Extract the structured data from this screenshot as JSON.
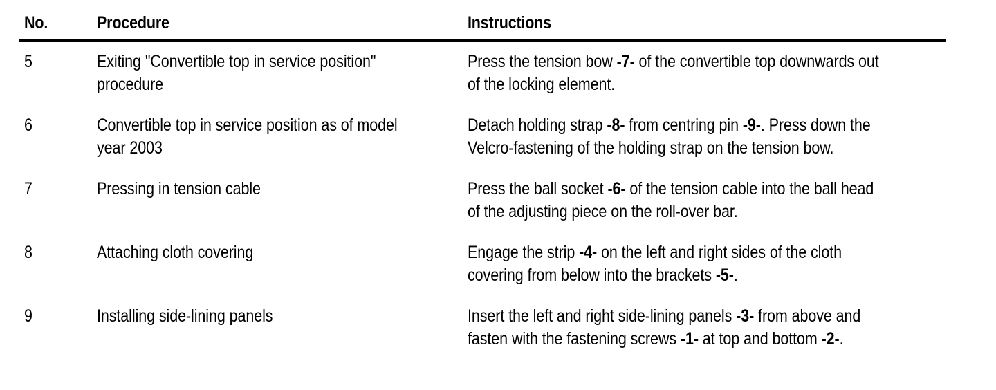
{
  "table": {
    "columns": [
      {
        "key": "no",
        "label": "No."
      },
      {
        "key": "proc",
        "label": "Procedure"
      },
      {
        "key": "instr",
        "label": "Instructions"
      }
    ],
    "rows": [
      {
        "no": "5",
        "procedure": "Exiting \"Convertible top in service position\" procedure",
        "instructions_parts": [
          {
            "text": "Press the tension bow ",
            "bold": false
          },
          {
            "text": "-7-",
            "bold": true
          },
          {
            "text": " of the convertible top downwards out of the locking element.",
            "bold": false
          }
        ],
        "instructions_plain": "Press the tension bow -7- of the convertible top downwards out of the locking element."
      },
      {
        "no": "6",
        "procedure": "Convertible top in service position as of model year 2003",
        "instructions_parts": [
          {
            "text": "Detach holding strap ",
            "bold": false
          },
          {
            "text": "-8-",
            "bold": true
          },
          {
            "text": " from centring pin ",
            "bold": false
          },
          {
            "text": "-9-",
            "bold": true
          },
          {
            "text": ". Press down the Velcro-fastening of the holding strap on the tension bow.",
            "bold": false
          }
        ],
        "instructions_plain": "Detach holding strap -8- from centring pin -9-. Press down the Velcro-fastening of the holding strap on the tension bow."
      },
      {
        "no": "7",
        "procedure": "Pressing in tension cable",
        "instructions_parts": [
          {
            "text": "Press the ball socket ",
            "bold": false
          },
          {
            "text": "-6-",
            "bold": true
          },
          {
            "text": " of the tension cable into the ball head of the adjusting piece on the roll-over bar.",
            "bold": false
          }
        ],
        "instructions_plain": "Press the ball socket -6- of the tension cable into the ball head of the adjusting piece on the roll-over bar."
      },
      {
        "no": "8",
        "procedure": "Attaching cloth covering",
        "instructions_parts": [
          {
            "text": "Engage the strip ",
            "bold": false
          },
          {
            "text": "-4-",
            "bold": true
          },
          {
            "text": " on the left and right sides of the cloth covering from below into the brackets ",
            "bold": false
          },
          {
            "text": "-5-",
            "bold": true
          },
          {
            "text": ".",
            "bold": false
          }
        ],
        "instructions_plain": "Engage the strip -4- on the left and right sides of the cloth covering from below into the brackets -5-."
      },
      {
        "no": "9",
        "procedure": "Installing side-lining panels",
        "instructions_parts": [
          {
            "text": "Insert the left and right side-lining panels ",
            "bold": false
          },
          {
            "text": "-3-",
            "bold": true
          },
          {
            "text": " from above and fasten with the fastening screws ",
            "bold": false
          },
          {
            "text": "-1-",
            "bold": true
          },
          {
            "text": " at top and bottom ",
            "bold": false
          },
          {
            "text": "-2-",
            "bold": true
          },
          {
            "text": ".",
            "bold": false
          }
        ],
        "instructions_plain": "Insert the left and right side-lining panels -3- from above and fasten with the fastening screws -1- at top and bottom -2-."
      }
    ]
  },
  "colors": {
    "text": "#000000",
    "background": "#ffffff",
    "rule": "#000000"
  }
}
